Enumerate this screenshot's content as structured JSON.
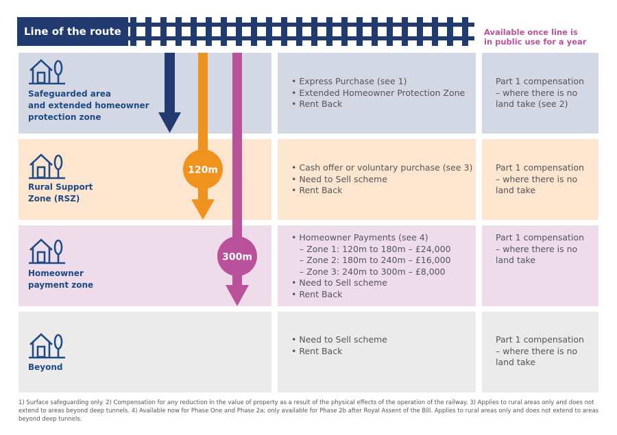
{
  "header": {
    "title": "Line of the route",
    "available_note_line1": "Available once line is",
    "available_note_line2": "in public use for a year"
  },
  "colors": {
    "navy": "#213a6f",
    "orange": "#f0921e",
    "magenta": "#b9529a",
    "label_blue": "#1f4a86",
    "row1_bg": "#d4d8e4",
    "row2_bg": "#fde6cf",
    "row3_bg": "#eedceb",
    "row4_bg": "#ebebeb"
  },
  "markers": {
    "orange_distance": "120m",
    "magenta_distance": "300m"
  },
  "rows": [
    {
      "icon": "house-tree-icon",
      "zone_lines": [
        "Safeguarded area",
        "and extended homeowner",
        "protection zone"
      ],
      "schemes": [
        "• Express Purchase (see 1)",
        "• Extended Homeowner Protection Zone",
        "• Rent Back"
      ],
      "compensation": [
        "Part 1 compensation",
        "– where there is no",
        "land take (see 2)"
      ]
    },
    {
      "icon": "house-tree-icon",
      "zone_lines": [
        "Rural Support",
        "Zone (RSZ)"
      ],
      "schemes": [
        "• Cash offer or voluntary purchase (see 3)",
        "• Need to Sell scheme",
        "• Rent Back"
      ],
      "compensation": [
        "Part 1 compensation",
        "– where there is no",
        "land take"
      ]
    },
    {
      "icon": "house-tree-icon",
      "zone_lines": [
        "Homeowner",
        "payment zone"
      ],
      "schemes": [
        "• Homeowner Payments (see 4)",
        "   – Zone 1: 120m to 180m – £24,000",
        "   – Zone 2: 180m to 240m – £16,000",
        "   – Zone 3: 240m to 300m – £8,000",
        "• Need to Sell scheme",
        "• Rent Back"
      ],
      "compensation": [
        "Part 1 compensation",
        "– where there is no",
        "land take"
      ]
    },
    {
      "icon": "house-tree-icon",
      "zone_lines": [
        "Beyond"
      ],
      "schemes": [
        "• Need to Sell scheme",
        "• Rent Back"
      ],
      "compensation": [
        "Part 1 compensation",
        "– where there is no",
        "land take"
      ]
    }
  ],
  "footnote": "1) Surface safeguarding only. 2)  Compensation for any reduction in the value of property as a result of the physical effects of the operation of the railway. 3)  Applies to rural areas only and does not extend to areas beyond deep tunnels.  4) Available now for Phase One and Phase 2a; only available for Phase 2b after Royal Assent of the Bill. Applies to rural areas only and does not extend to areas beyond deep tunnels."
}
